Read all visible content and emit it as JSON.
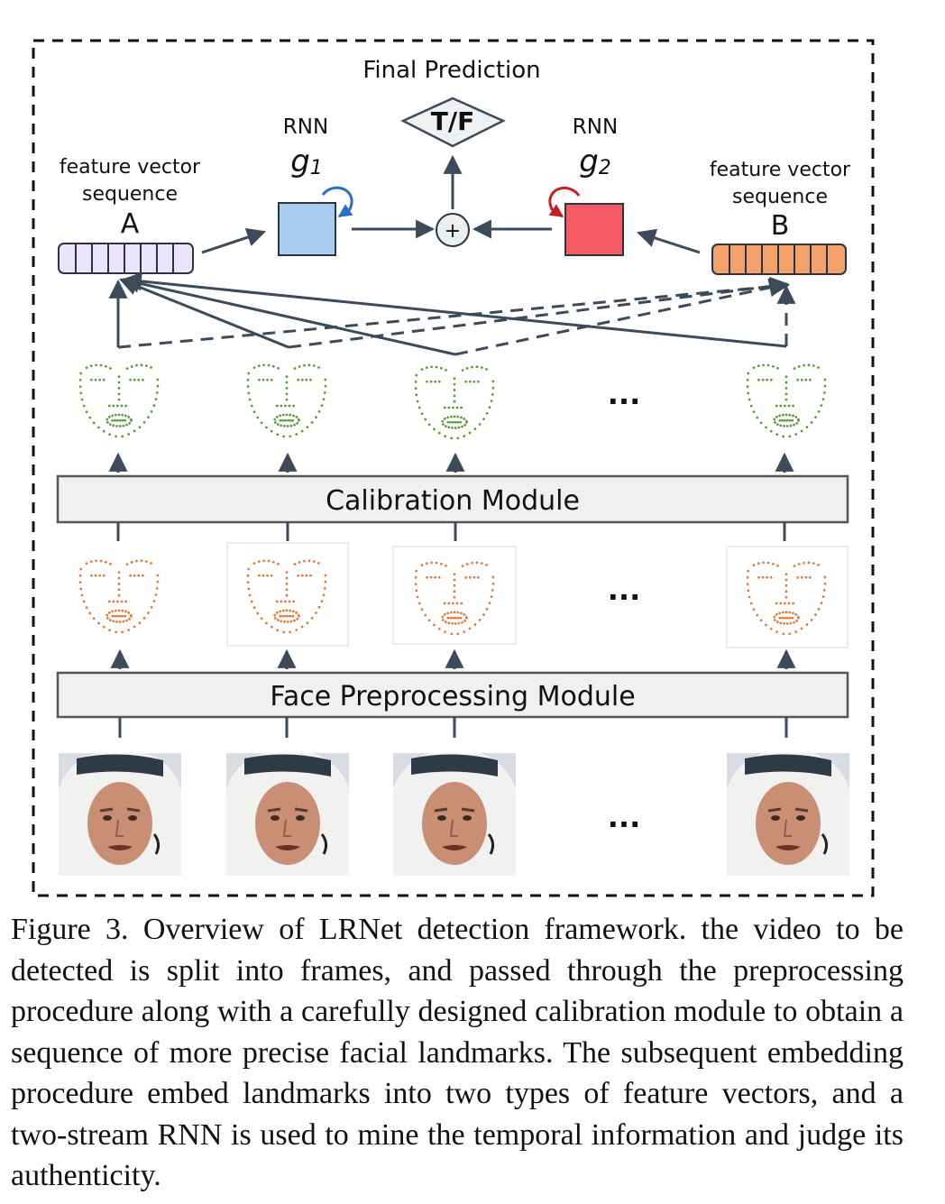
{
  "figure": {
    "final_prediction": "Final Prediction",
    "decision": "T/F",
    "plus": "+",
    "rnn1": {
      "label": "RNN",
      "name": "g",
      "sub": "1"
    },
    "rnn2": {
      "label": "RNN",
      "name": "g",
      "sub": "2"
    },
    "seq_a": {
      "line1": "feature vector",
      "line2": "sequence",
      "letter": "A"
    },
    "seq_b": {
      "line1": "feature vector",
      "line2": "sequence",
      "letter": "B"
    },
    "calibration": "Calibration Module",
    "preprocessing": "Face Preprocessing Module",
    "ellipsis": "...",
    "colors": {
      "frame": "#3c4a5a",
      "green_landmarks": "#5a9a3c",
      "orange_landmarks": "#e07a3a",
      "rnn1": "#a9cdee",
      "rnn2": "#f45a62",
      "seq_a": "#ebe4fb",
      "seq_b": "#f3a26c",
      "module_fill": "#f0f0f0"
    }
  },
  "caption": {
    "text": "Figure 3. Overview of LRNet detection framework.  the video to be detected is split into frames, and passed through the preprocessing procedure along with a carefully designed calibration module to obtain a sequence of more precise facial landmarks. The subsequent embedding procedure embed landmarks into two types of feature vectors, and a two-stream RNN is used to mine the temporal information and judge its authenticity."
  }
}
